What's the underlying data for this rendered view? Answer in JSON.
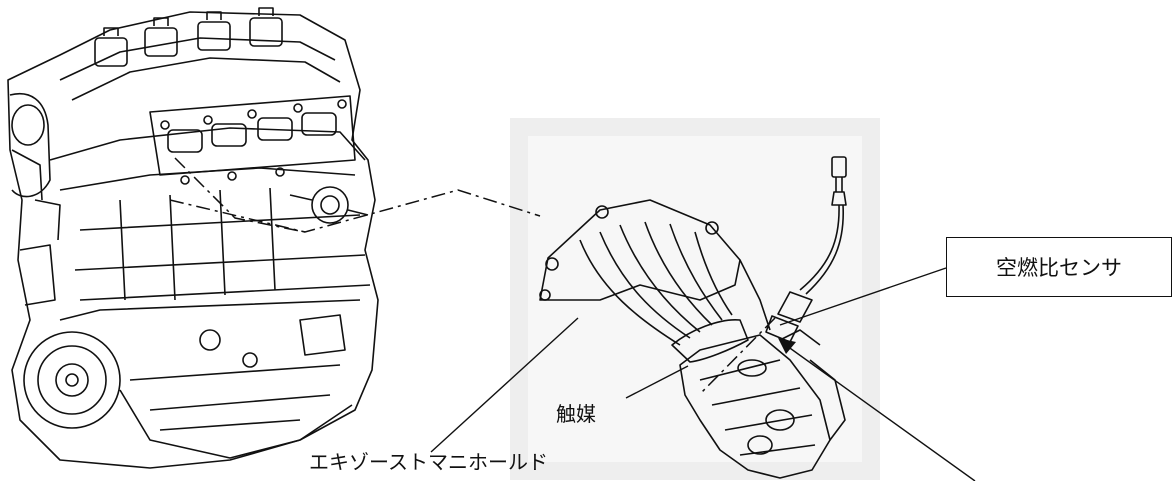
{
  "labels": {
    "air_fuel_sensor": "空燃比センサ",
    "catalyst": "触媒",
    "exhaust_manifold": "エキゾーストマニホールド"
  },
  "colors": {
    "line": "#111111",
    "panel_bg": "#eeeeee"
  },
  "illustrations": [
    "engine-block",
    "exhaust-manifold-with-catalyst",
    "air-fuel-ratio-sensor"
  ]
}
